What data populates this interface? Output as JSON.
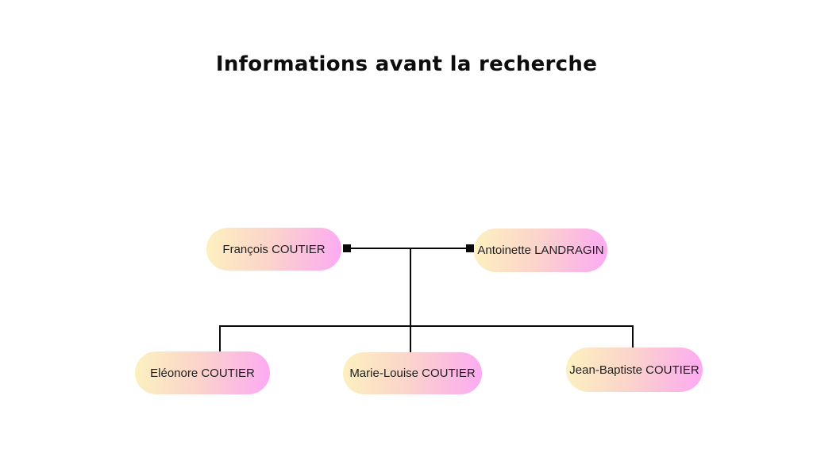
{
  "title": "Informations avant la recherche",
  "tree": {
    "parents": [
      {
        "label": "François COUTIER"
      },
      {
        "label": "Antoinette LANDRAGIN"
      }
    ],
    "children": [
      {
        "label": "Eléonore COUTIER"
      },
      {
        "label": "Marie-Louise COUTIER"
      },
      {
        "label": "Jean-Baptiste COUTIER"
      }
    ]
  },
  "colors": {
    "background": "#ffffff",
    "node_gradient_start": "#fcf1bf",
    "node_gradient_mid": "#fbd3cb",
    "node_gradient_end": "#fca9f3",
    "connector": "#0a0a0a",
    "node_text": "#1f1f1f",
    "title_text": "#0d0d0d"
  }
}
